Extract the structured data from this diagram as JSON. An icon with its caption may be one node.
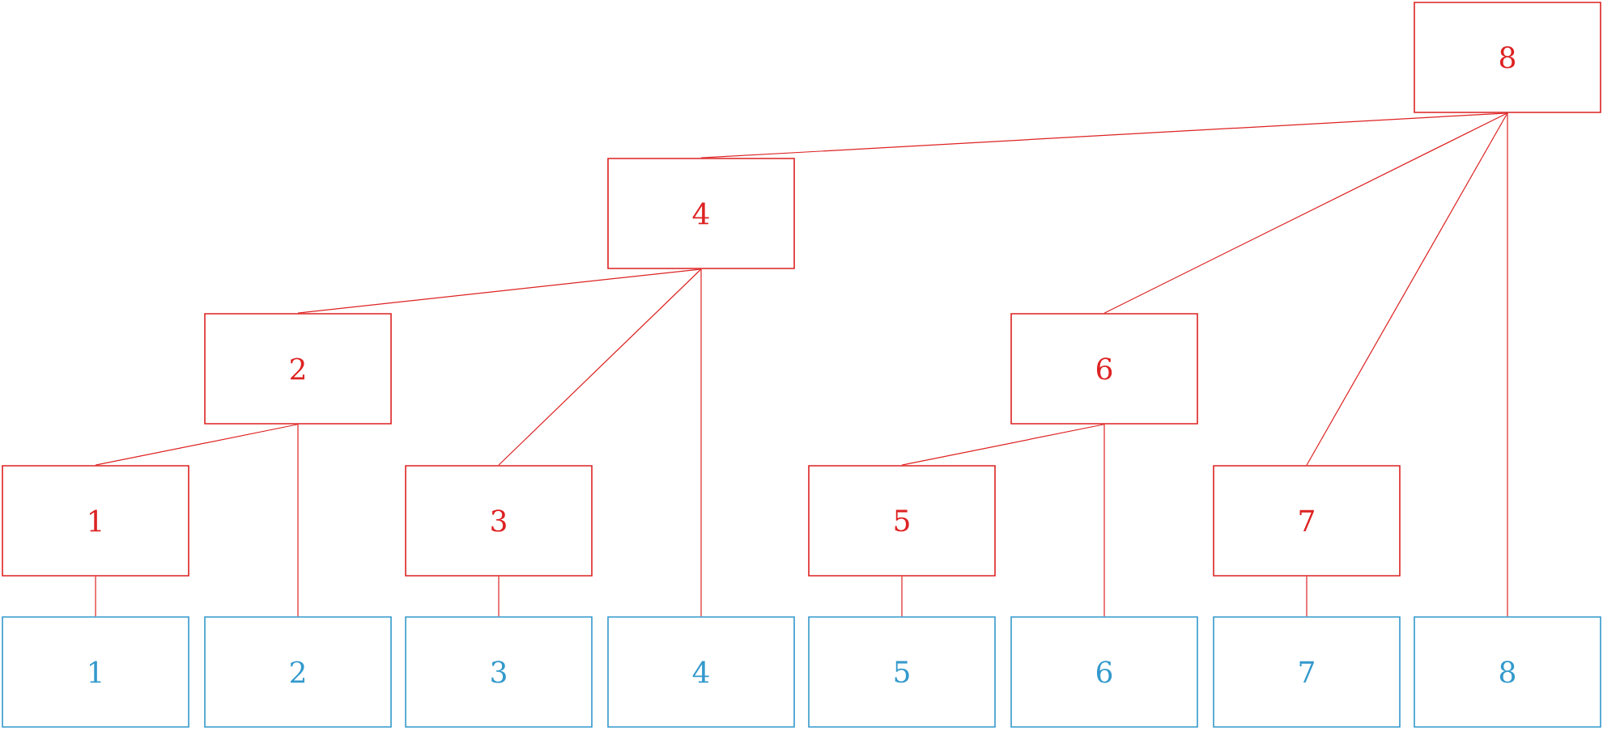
{
  "diagram": {
    "nodes": [
      {
        "text": [
          "8"
        ]
      },
      {
        "text": [
          "4"
        ]
      },
      {
        "text": [
          "2"
        ]
      },
      {
        "text": [
          "6"
        ]
      },
      {
        "text": [
          "1"
        ]
      },
      {
        "text": [
          "3"
        ]
      },
      {
        "text": [
          "5"
        ]
      },
      {
        "text": [
          "7"
        ]
      },
      {
        "text": [
          "1"
        ]
      },
      {
        "text": [
          "2"
        ]
      },
      {
        "text": [
          "3"
        ]
      },
      {
        "text": [
          "4"
        ]
      },
      {
        "text": [
          "5"
        ]
      },
      {
        "text": [
          "6"
        ]
      },
      {
        "text": [
          "7"
        ]
      },
      {
        "text": [
          "8"
        ]
      }
    ],
    "edges": [
      {
        "from": 0,
        "to": 1,
        "arrow": "none"
      },
      {
        "from": 0,
        "to": 3,
        "arrow": "none"
      },
      {
        "from": 0,
        "to": 7,
        "arrow": "none"
      },
      {
        "from": 0,
        "to": 15,
        "arrow": "none"
      },
      {
        "from": 1,
        "to": 2,
        "arrow": "none"
      },
      {
        "from": 1,
        "to": 5,
        "arrow": "none"
      },
      {
        "from": 1,
        "to": 11,
        "arrow": "none"
      },
      {
        "from": 2,
        "to": 4,
        "arrow": "none"
      },
      {
        "from": 2,
        "to": 9,
        "arrow": "none"
      },
      {
        "from": 3,
        "to": 6,
        "arrow": "none"
      },
      {
        "from": 3,
        "to": 13,
        "arrow": "none"
      },
      {
        "from": 4,
        "to": 8,
        "arrow": "none"
      },
      {
        "from": 5,
        "to": 10,
        "arrow": "none"
      },
      {
        "from": 6,
        "to": 12,
        "arrow": "none"
      },
      {
        "from": 7,
        "to": 14,
        "arrow": "none"
      }
    ]
  }
}
